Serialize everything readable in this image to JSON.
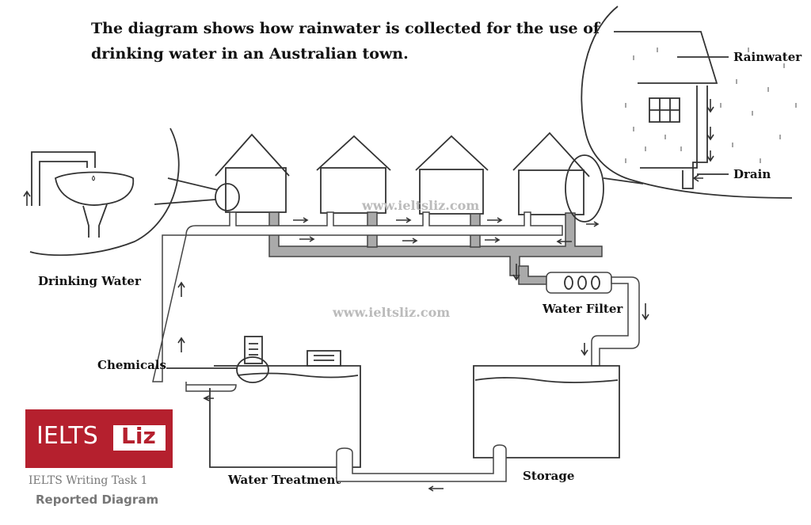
{
  "title": {
    "line1": "The diagram shows how rainwater is collected for the use of",
    "line2": "drinking water in an Australian town."
  },
  "labels": {
    "rainwater": "Rainwater",
    "drain": "Drain",
    "drinking_water": "Drinking Water",
    "water_filter": "Water Filter",
    "chemicals": "Chemicals",
    "water_treatment": "Water Treatment",
    "storage": "Storage"
  },
  "watermark": "www.ieltsliz.com",
  "logo": {
    "ielts": "IELTS",
    "liz": "Liz"
  },
  "footer": {
    "line1": "IELTS Writing Task 1",
    "line2": "Reported Diagram"
  },
  "colors": {
    "brand": "#b5202e"
  }
}
